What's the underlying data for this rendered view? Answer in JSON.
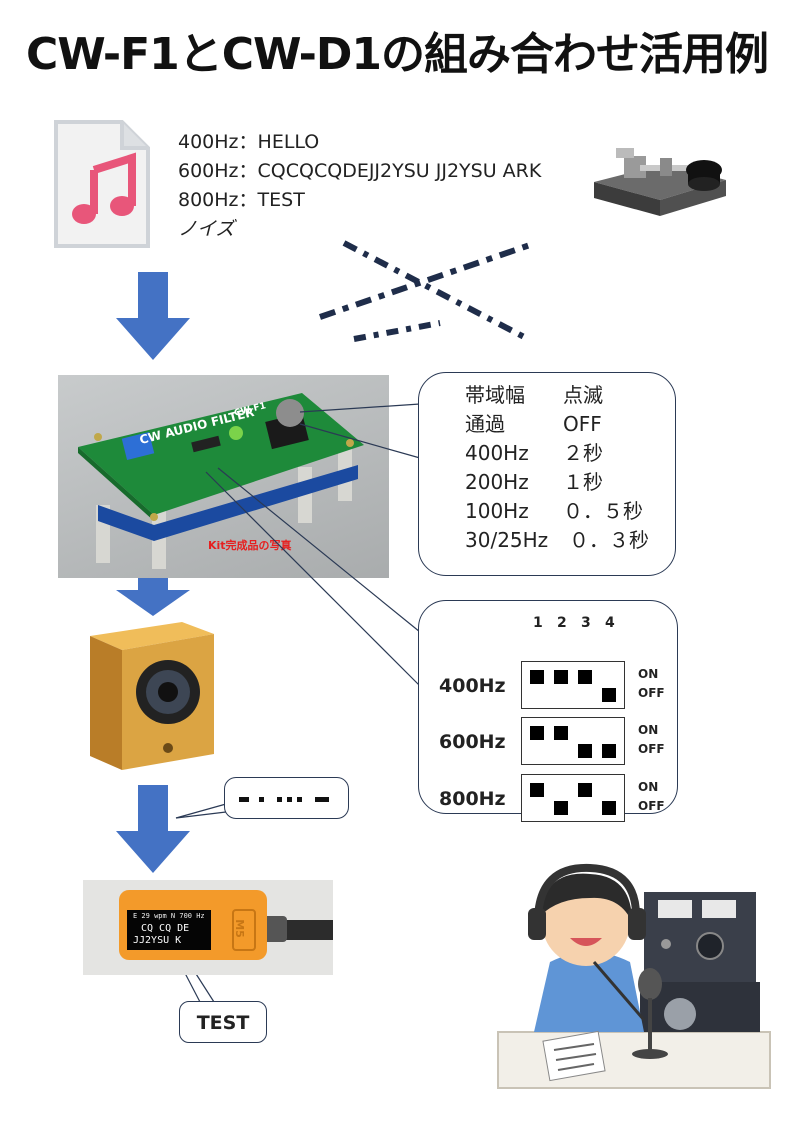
{
  "title": "CW-F1とCW-D1の組み合わせ活用例",
  "signals": [
    "400Hz：HELLO",
    "600Hz：CQCQCQDEJJ2YSU JJ2YSU ARK",
    "800Hz：TEST",
    "ノイズ"
  ],
  "blink_table": {
    "header": [
      "帯域幅",
      "点滅"
    ],
    "rows": [
      [
        "通過",
        "OFF"
      ],
      [
        "400Hz",
        "２秒"
      ],
      [
        "200Hz",
        "１秒"
      ],
      [
        "100Hz",
        "０．５秒"
      ],
      [
        "30/25Hz",
        "０．３秒"
      ]
    ]
  },
  "dip": {
    "numbers": [
      "1",
      "2",
      "3",
      "4"
    ],
    "on_label": "ON",
    "off_label": "OFF",
    "settings": [
      {
        "label": "400Hz",
        "switches": [
          1,
          1,
          1,
          0
        ]
      },
      {
        "label": "600Hz",
        "switches": [
          1,
          1,
          0,
          0
        ]
      },
      {
        "label": "800Hz",
        "switches": [
          1,
          0,
          1,
          0
        ]
      }
    ]
  },
  "photo": {
    "board_title": "CW AUDIO FILTER",
    "board_model": "CW-F1",
    "caption": "Kit完成品の写真"
  },
  "device": {
    "line1": "E  29 wpm  N  700 Hz",
    "line2": "CQ  CQ  DE",
    "line3": "JJ2YSU  K",
    "logo": "M5"
  },
  "decoded_bubble": "TEST",
  "colors": {
    "arrow": "#4472c4",
    "bubble_border": "#2b3a55",
    "board": "#1e8a3a",
    "device": "#f39a2a",
    "speaker": "#d9a23c"
  }
}
